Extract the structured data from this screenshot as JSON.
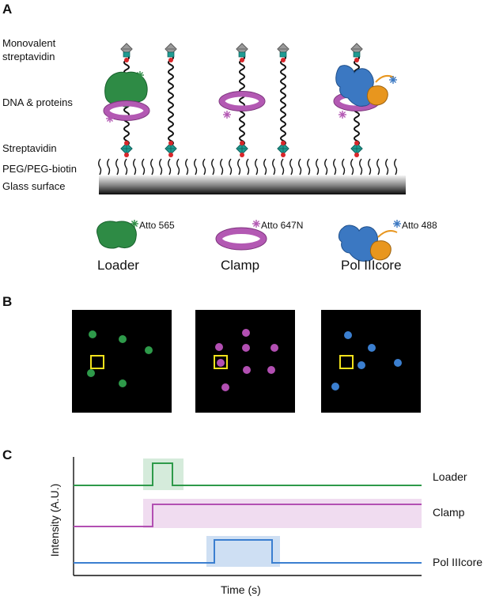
{
  "panels": {
    "a": "A",
    "b": "B",
    "c": "C"
  },
  "panel_a": {
    "labels": {
      "monovalent": "Monovalent",
      "streptavidin_word": "streptavidin",
      "dna_proteins": "DNA & proteins",
      "streptavidin": "Streptavidin",
      "peg": "PEG/PEG-biotin",
      "glass": "Glass surface"
    },
    "legend": [
      {
        "name": "Loader",
        "dye": "Atto 565",
        "color": "#2e8b45"
      },
      {
        "name": "Clamp",
        "dye": "Atto 647N",
        "color": "#b359b3"
      },
      {
        "name": "Pol IIIcore",
        "dye": "Atto 488",
        "color": "#3b78c2"
      }
    ]
  },
  "panel_b": {
    "colors": {
      "loader": "#2e9a4a",
      "clamp": "#b24fb2",
      "pol": "#3b7fd0",
      "box": "#f2e21c"
    }
  },
  "panel_c": {
    "ylabel": "Intensity (A.U.)",
    "xlabel": "Time (s)",
    "traces": [
      {
        "name": "Loader",
        "color": "#2e9a4a"
      },
      {
        "name": "Clamp",
        "color": "#b24fb2"
      },
      {
        "name": "Pol IIIcore",
        "color": "#3b7fd0"
      }
    ]
  }
}
